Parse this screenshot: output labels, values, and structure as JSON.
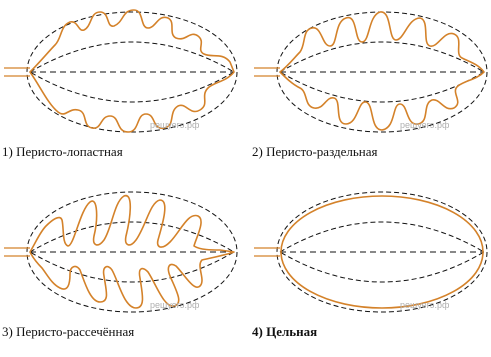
{
  "colors": {
    "leaf": "#d4822a",
    "guide": "#111111"
  },
  "watermark": "решуегэ.рф",
  "panels": [
    {
      "label": "1) Перисто-лопастная",
      "bold": false
    },
    {
      "label": "2) Перисто-раздельная",
      "bold": false
    },
    {
      "label": "3) Перисто-рассечённая",
      "bold": false
    },
    {
      "label": "4) Цельная",
      "bold": true
    }
  ]
}
